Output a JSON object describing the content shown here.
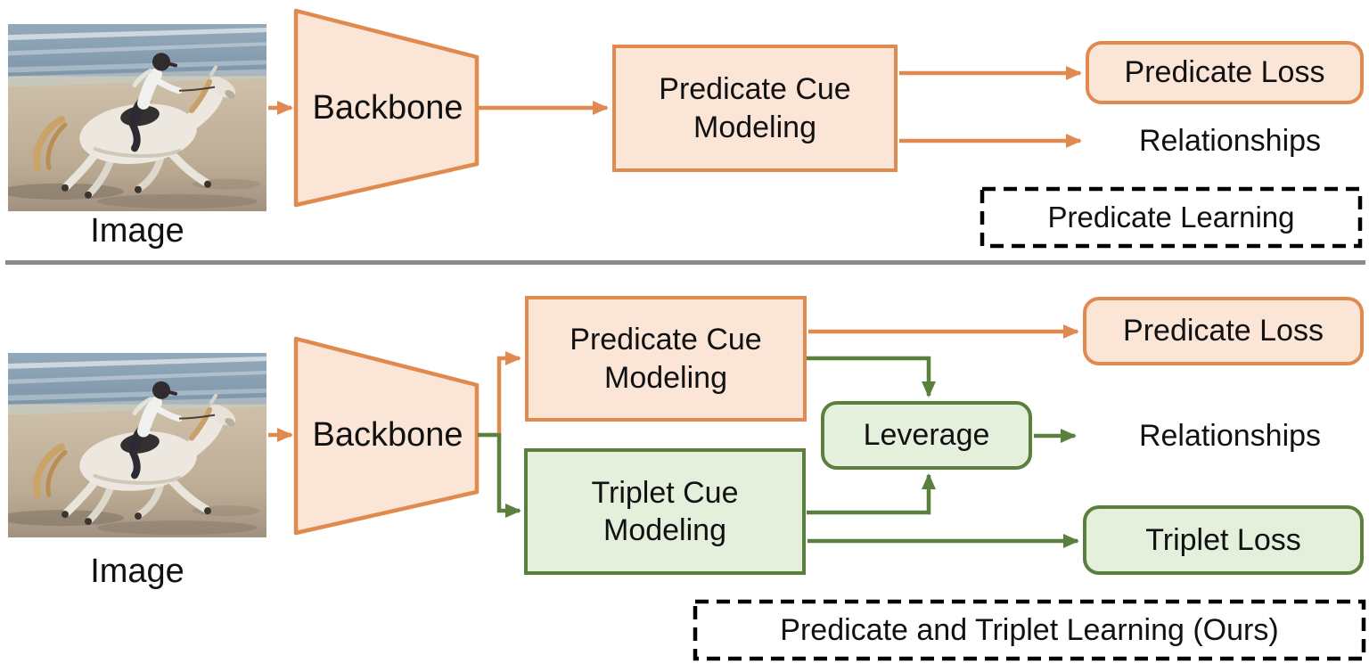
{
  "figure": {
    "top_panel": {
      "image_label": "Image",
      "backbone_label": "Backbone",
      "predicate_cue_modeling_label": "Predicate Cue Modeling",
      "predicate_loss_label": "Predicate Loss",
      "relationships_label": "Relationships",
      "panel_caption": "Predicate Learning"
    },
    "bottom_panel": {
      "image_label": "Image",
      "backbone_label": "Backbone",
      "predicate_cue_modeling_label": "Predicate Cue Modeling",
      "triplet_cue_modeling_label": "Triplet Cue Modeling",
      "leverage_label": "Leverage",
      "predicate_loss_label": "Predicate Loss",
      "triplet_loss_label": "Triplet Loss",
      "relationships_label": "Relationships",
      "panel_caption": "Predicate and Triplet Learning (Ours)"
    },
    "colors": {
      "orange": "#E08A4F",
      "orange_fill": "#FBE5D6",
      "green": "#5B7F3D",
      "green_fill": "#E5F0DC",
      "divider_gray": "#8A8A8A",
      "ink": "#111111"
    }
  }
}
